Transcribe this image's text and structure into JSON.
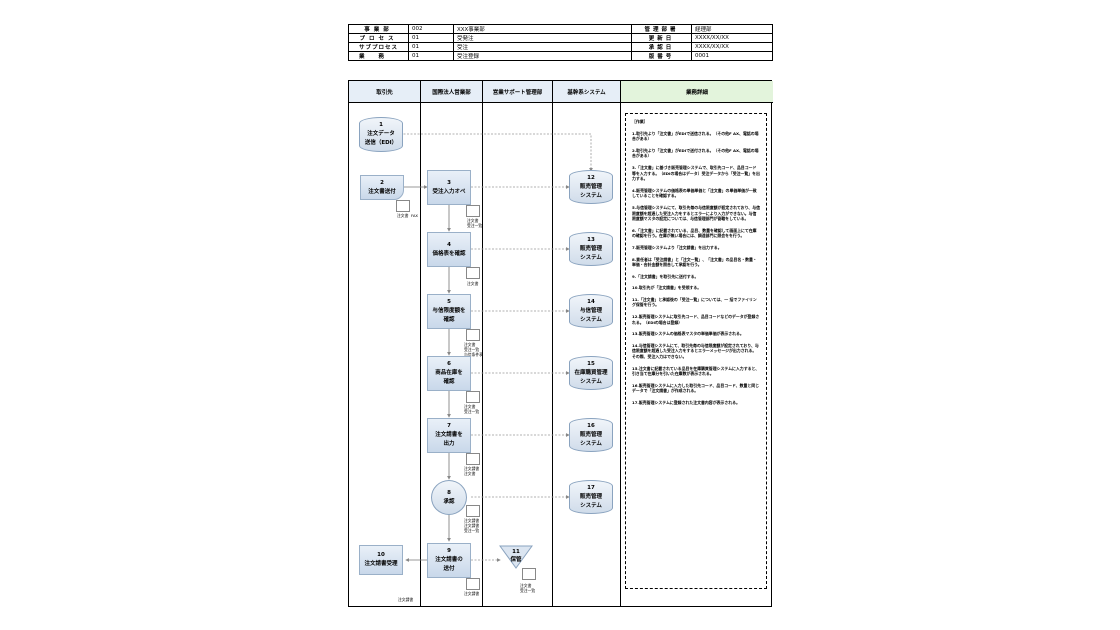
{
  "header": {
    "rows": [
      {
        "k1": "事業部",
        "v1": "002",
        "v2": "XXX事業部",
        "k2": "管理部署",
        "v3": "経理部"
      },
      {
        "k1": "プロセス",
        "v1": "01",
        "v2": "受発注",
        "k2": "更新日",
        "v3": "XXXX/XX/XX"
      },
      {
        "k1": "サブプロセス",
        "v1": "01",
        "v2": "受注",
        "k2": "承認日",
        "v3": "XXXX/XX/XX"
      },
      {
        "k1": "業務",
        "v1": "01",
        "v2": "受注登録",
        "k2": "版番号",
        "v3": "0001"
      }
    ]
  },
  "columns": [
    "取引先",
    "国際法人営業部",
    "営業サポート管理部",
    "基幹系システム",
    "業務詳細"
  ],
  "steps": {
    "s1": {
      "num": "1",
      "label1": "注文データ",
      "label2": "送信（EDI）"
    },
    "s2": {
      "num": "2",
      "label1": "注文書送付"
    },
    "s3": {
      "num": "3",
      "label1": "受注入力オペ"
    },
    "s4": {
      "num": "4",
      "label1": "価格表を確認"
    },
    "s5": {
      "num": "5",
      "label1": "与信限度額を",
      "label2": "確認"
    },
    "s6": {
      "num": "6",
      "label1": "商品在庫を",
      "label2": "確認"
    },
    "s7": {
      "num": "7",
      "label1": "注文請書を",
      "label2": "出力"
    },
    "s8": {
      "num": "8",
      "label1": "承認"
    },
    "s9": {
      "num": "9",
      "label1": "注文請書の",
      "label2": "送付"
    },
    "s10": {
      "num": "10",
      "label1": "注文請書受理"
    },
    "s11": {
      "num": "11",
      "label1": "保管"
    },
    "s12": {
      "num": "12",
      "label1": "販売管理",
      "label2": "システム"
    },
    "s13": {
      "num": "13",
      "label1": "販売管理",
      "label2": "システム"
    },
    "s14": {
      "num": "14",
      "label1": "与信管理",
      "label2": "システム"
    },
    "s15": {
      "num": "15",
      "label1": "在庫購買管理",
      "label2": "システム"
    },
    "s16": {
      "num": "16",
      "label1": "販売管理",
      "label2": "システム"
    },
    "s17": {
      "num": "17",
      "label1": "販売管理",
      "label2": "システム"
    }
  },
  "doc_labels": {
    "d2": "注文書",
    "fax": "FAX",
    "d3a": "注文書",
    "d3b": "受注一覧",
    "d4": "注文書",
    "d5a": "注文書",
    "d5b": "受注一覧",
    "d5c": "与信条件表",
    "d6a": "注文書",
    "d6b": "受注一覧",
    "d7a": "注文請書",
    "d7b": "注文書",
    "d8a": "注文請書",
    "d8b": "注文請書",
    "d8c": "受注一覧",
    "d9": "注文請書",
    "d10": "注文請書",
    "d11a": "注文書",
    "d11b": "受注一覧"
  },
  "detail": {
    "title": "［作業］",
    "items": [
      "1.取引先より「注文書」がEDIで送信される。（その他F AX、電話の場合がある）",
      "2.取引先より「注文書」がEDIで送付される。（その他F AX、電話の場合がある）",
      "3.「注文書」に基づき販売管理システムで、取引先コード、品目コード等を入力する。（EDIの場合はデータ）受注データから「受注一覧」を出力する。",
      "4.販売管理システムの価格表の単価単価と「注文書」の単価単価が一致していることを確認する。",
      "5.与信管理システムにて、取引先毎の与信限度額が設定されており、与信限度額を超過した受注入力をするとエラーにより入力ができない。与信限度額マスタの設定については、与信管理部門が管轄をしている。",
      "6.「注文書」に記載されている、品目、数量を確認して画面上にて在庫の確認を行う。在庫が無い場合には、調達部門に照会をを行う。",
      "7.販売管理システムより「注文請書」を出力する。",
      "8.責任者は「受注請書」と「注文一覧」、「注文書」の品目名・数量・単価・合計金額を照合して承認を行う。",
      "9.「注文請書」を取引先に送付する。",
      "10.取引先が「注文請書」を受領する。",
      "11.「注文書」と承認後の「受注一覧」については、一 括でファイリング保管を行う。",
      "12.販売管理システムに取引先コード、品目コードなどのデータが登録される。（EDIの場合は登録）",
      "13.販売管理システムの価格表マスタの単価単価が表示される。",
      "14.与信管理システムにて、取引先毎の与信限度額が設定されており、与信限度額を超過した受注入力をするとエラーメッセージが出力される。その際、受注入力はできない。",
      "15.注文書に記載されている品目を在庫購買管理システムに入力すると、引き当て在庫分を引いた在庫数が表示される。",
      "16.販売管理システムに入力した取引先コード、品目コード、数量と同じデータで「注文請書」が作成される。",
      "17.販売管理システムに登録された注文書内容が表示される。"
    ]
  }
}
